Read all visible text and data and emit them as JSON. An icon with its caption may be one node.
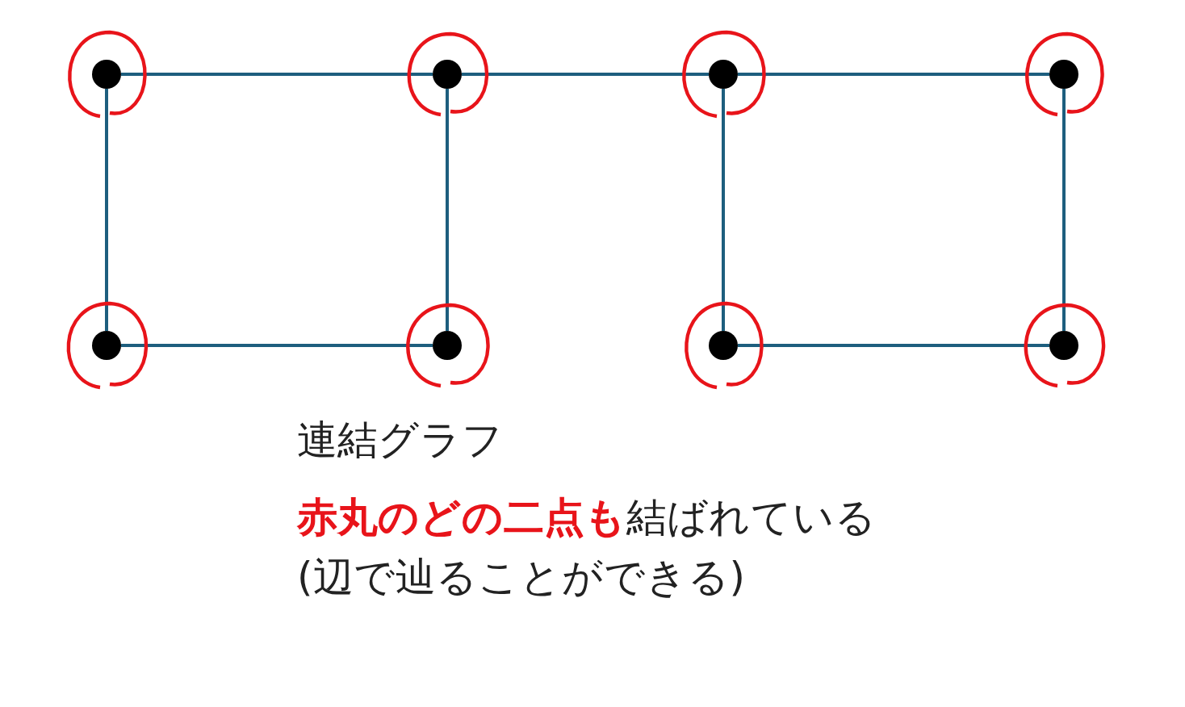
{
  "diagram": {
    "nodes": [
      {
        "text": [],
        "shape": "circle"
      },
      {
        "text": [],
        "shape": "circle"
      },
      {
        "text": [],
        "shape": "circle"
      },
      {
        "text": [],
        "shape": "circle"
      },
      {
        "text": [],
        "shape": "circle"
      },
      {
        "text": [],
        "shape": "circle"
      },
      {
        "text": [],
        "shape": "circle"
      },
      {
        "text": [],
        "shape": "circle"
      }
    ],
    "edges": [
      {
        "from": 0,
        "to": 1,
        "arrow": "none"
      },
      {
        "from": 1,
        "to": 2,
        "arrow": "none"
      },
      {
        "from": 2,
        "to": 3,
        "arrow": "none"
      },
      {
        "from": 0,
        "to": 4,
        "arrow": "none"
      },
      {
        "from": 4,
        "to": 5,
        "arrow": "none"
      },
      {
        "from": 1,
        "to": 5,
        "arrow": "none"
      },
      {
        "from": 2,
        "to": 6,
        "arrow": "none"
      },
      {
        "from": 6,
        "to": 7,
        "arrow": "none"
      },
      {
        "from": 3,
        "to": 7,
        "arrow": "none"
      }
    ],
    "labels": [
      "連結グラフ",
      "**赤丸のどの二点も**結ばれている",
      "(辺で辿ることができる)"
    ]
  }
}
